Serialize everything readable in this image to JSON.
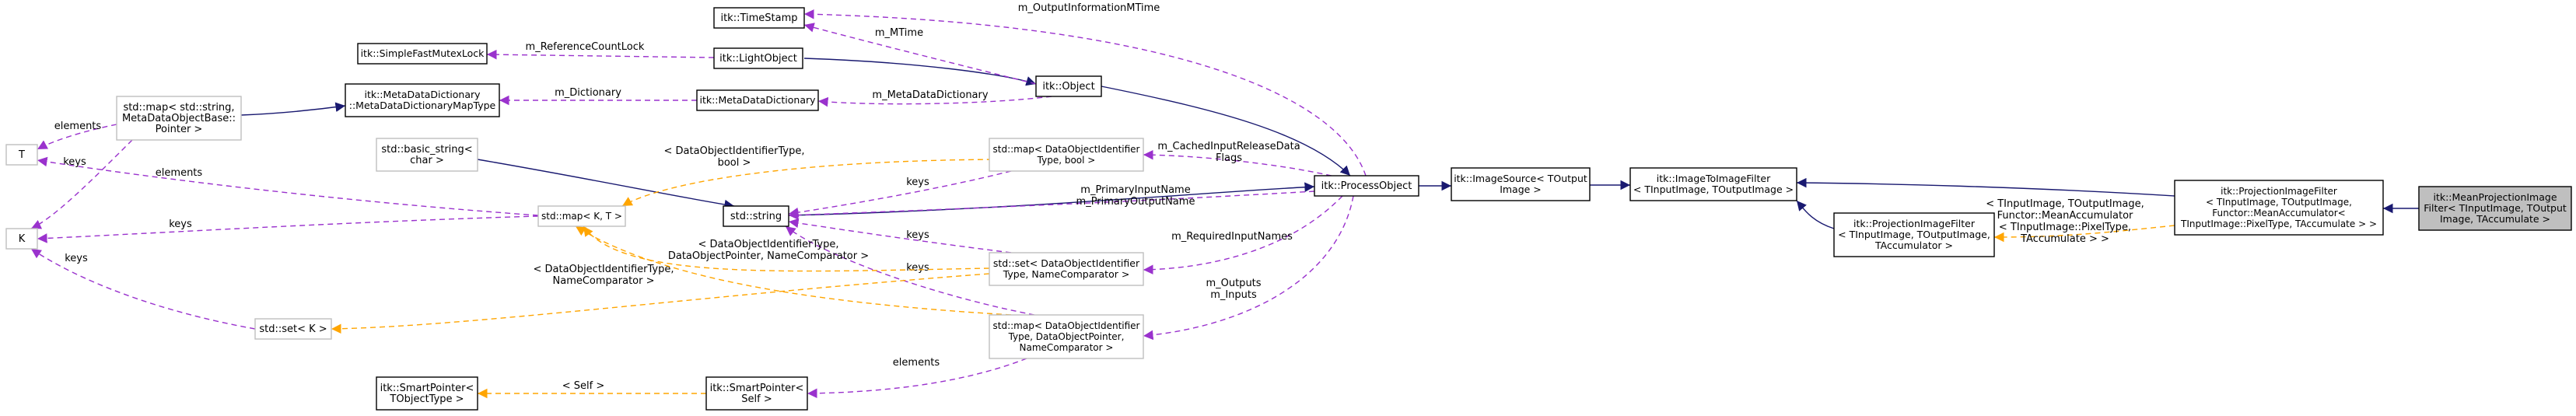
{
  "colors": {
    "inherit": "#191970",
    "member": "#9a32cd",
    "template": "#ffa500",
    "focus_fill": "#bfbfbf",
    "node_border": "#000000",
    "grey_border": "#bfbfbf"
  },
  "nodes": {
    "timestamp": [
      "itk::TimeStamp"
    ],
    "simple_fast_mutex_lock": [
      "itk::SimpleFastMutexLock"
    ],
    "light_object": [
      "itk::LightObject"
    ],
    "object": [
      "itk::Object"
    ],
    "metadata_dictionary_maptype": [
      "itk::MetaDataDictionary",
      "::MetaDataDictionaryMapType"
    ],
    "metadata_dictionary": [
      "itk::MetaDataDictionary"
    ],
    "std_map_string_metadataobjectbase": [
      "std::map< std::string,",
      "MetaDataObjectBase::",
      "Pointer >"
    ],
    "T": [
      "T"
    ],
    "K": [
      "K"
    ],
    "basic_string": [
      "std::basic_string<",
      "char >"
    ],
    "std_map_K_T": [
      "std::map< K, T >"
    ],
    "std_string": [
      "std::string"
    ],
    "std_map_dataobjectidentifier_bool": [
      "std::map< DataObjectIdentifier",
      "Type, bool >"
    ],
    "process_object": [
      "itk::ProcessObject"
    ],
    "std_set_K": [
      "std::set< K >"
    ],
    "std_set_dataobjectidentifier": [
      "std::set< DataObjectIdentifier",
      "Type, NameComparator >"
    ],
    "std_map_dataobjectidentifier_pointer": [
      "std::map< DataObjectIdentifier",
      "Type, DataObjectPointer,",
      "NameComparator >"
    ],
    "smartpointer_tobjecttype": [
      "itk::SmartPointer<",
      "TObjectType >"
    ],
    "smartpointer_self": [
      "itk::SmartPointer<",
      "Self >"
    ],
    "image_source": [
      "itk::ImageSource< TOutput",
      "Image >"
    ],
    "image_to_image_filter": [
      "itk::ImageToImageFilter",
      "< TInputImage, TOutputImage >"
    ],
    "projection_image_filter_template": [
      "itk::ProjectionImageFilter",
      "< TInputImage, TOutputImage,",
      "TAccumulator >"
    ],
    "projection_image_filter_instance": [
      "itk::ProjectionImageFilter",
      "< TInputImage, TOutputImage,",
      "Functor::MeanAccumulator<",
      "TInputImage::PixelType, TAccumulate > >"
    ],
    "mean_projection_image_filter": [
      "itk::MeanProjectionImage",
      "Filter< TInputImage, TOutput",
      "Image, TAccumulate >"
    ]
  },
  "edge_labels": {
    "output_information_mtime": [
      "m_OutputInformationMTime"
    ],
    "mtime": [
      "m_MTime"
    ],
    "reference_count_lock": [
      "m_ReferenceCountLock"
    ],
    "dictionary": [
      "m_Dictionary"
    ],
    "metadata_dictionary_member": [
      "m_MetaDataDictionary"
    ],
    "elements_T": [
      "elements"
    ],
    "keys_K1": [
      "keys"
    ],
    "elements_map_T": [
      "elements"
    ],
    "keys_map_K": [
      "keys"
    ],
    "keys_set_K": [
      "keys"
    ],
    "tmpl_map_bool": [
      "< DataObjectIdentifierType,",
      "bool >"
    ],
    "keys_string_map_bool": [
      "keys"
    ],
    "cached_input_release": [
      "m_CachedInputReleaseData",
      "Flags"
    ],
    "primary_names": [
      "m_PrimaryInputName",
      "m_PrimaryOutputName"
    ],
    "tmpl_set": [
      "< DataObjectIdentifierType,",
      "NameComparator >"
    ],
    "keys_string_set": [
      "keys"
    ],
    "tmpl_map_pointer": [
      "< DataObjectIdentifierType,",
      "DataObjectPointer, NameComparator >"
    ],
    "keys_string_map_pointer": [
      "keys"
    ],
    "required_input_names": [
      "m_RequiredInputNames"
    ],
    "outputs_inputs": [
      "m_Outputs",
      "m_Inputs"
    ],
    "elements_smartpointer": [
      "elements"
    ],
    "tmpl_self": [
      "< Self >"
    ],
    "tmpl_mean_accumulator": [
      "< TInputImage, TOutputImage,",
      "Functor::MeanAccumulator",
      "< TInputImage::PixelType,",
      "TAccumulate > >"
    ]
  }
}
